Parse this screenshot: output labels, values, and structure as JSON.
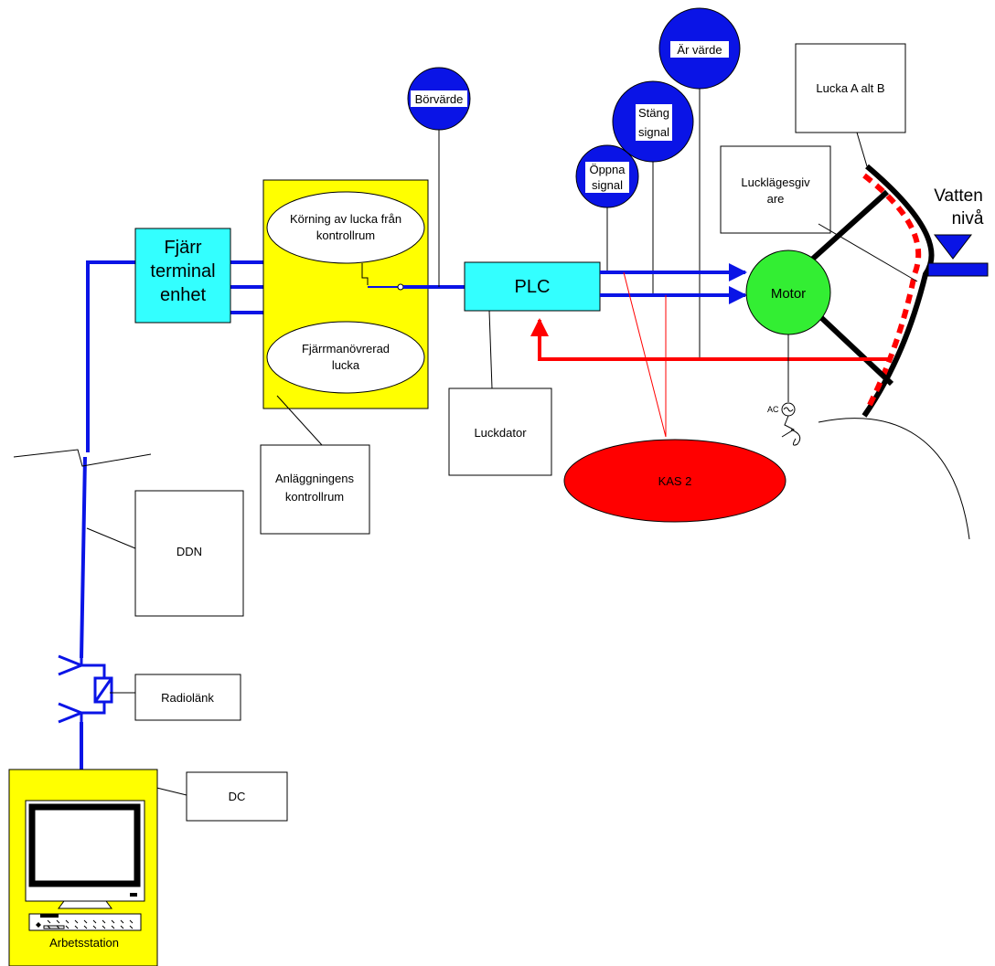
{
  "colors": {
    "signal_blue": "#0a14e6",
    "alarm_red": "#ff0000",
    "panel_yellow": "#ffff00",
    "unit_cyan": "#33ffff",
    "motor_green": "#33ee33"
  },
  "nodes": {
    "fjarr_line1": "Fjärr",
    "fjarr_line2": "terminal",
    "fjarr_line3": "enhet",
    "plc": "PLC",
    "motor": "Motor",
    "kas": "KAS 2",
    "ac": "AC",
    "workstation": "Arbetsstation",
    "vatten_line1": "Vatten",
    "vatten_line2": "nivå"
  },
  "panel": {
    "run_line1": "Körning av lucka från",
    "run_line2": "kontrollrum",
    "remote_line1": "Fjärrmanövrerad",
    "remote_line2": "lucka"
  },
  "signals": {
    "borvarde": "Börvärde",
    "oppna_line1": "Öppna",
    "oppna_line2": "signal",
    "stang_line1": "Stäng",
    "stang_line2": "signal",
    "ar_varde": "Är värde"
  },
  "callouts": {
    "lucka": "Lucka A alt B",
    "luckgivare_line1": "Lucklägesgiv",
    "luckgivare_line2": "are",
    "luckdator": "Luckdator",
    "anlaggning_line1": "Anläggningens",
    "anlaggning_line2": "kontrollrum",
    "ddn": "DDN",
    "radiolank": "Radiolänk",
    "dc": "DC"
  }
}
